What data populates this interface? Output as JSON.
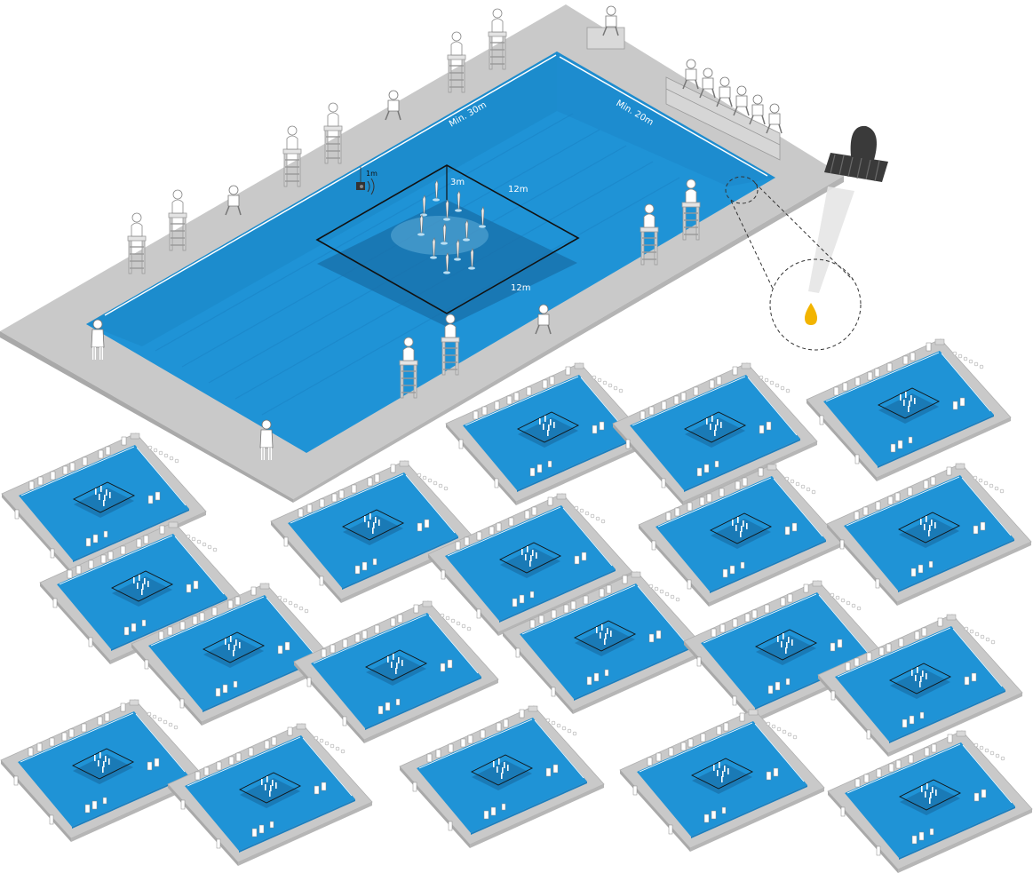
{
  "labels": {
    "length": "Min. 30m",
    "width": "Min. 20m",
    "depth": "3m",
    "zone_side_top": "12m",
    "zone_side_bottom": "12m",
    "speaker_depth": "1m"
  },
  "colors": {
    "deck": "#c9c9c9",
    "deck_edge": "#a9a9a9",
    "water": "#1f93d6",
    "water_deep": "#1a7fbf",
    "zone_shadow": "#186fa8",
    "line": "#111111",
    "drop": "#f2b400",
    "dropper": "#3a3a3a",
    "figure": "#ffffff"
  },
  "icons": {
    "speaker": "underwater-speaker-icon",
    "dropper": "dropper-icon",
    "drop": "water-drop-icon"
  },
  "thumbnail_count": 19
}
